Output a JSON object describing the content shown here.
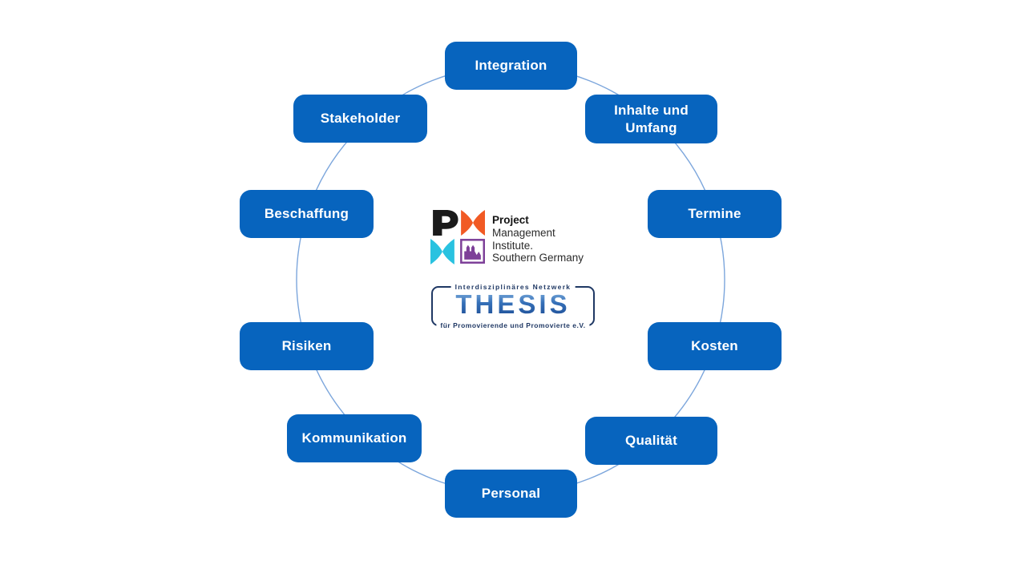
{
  "diagram": {
    "description": "Project management knowledge areas arranged in a circle",
    "circle_color": "#7CA6DC",
    "node_fill": "#0764BE",
    "node_text_color": "#FFFFFF",
    "nodes": [
      {
        "label": "Integration"
      },
      {
        "label": "Inhalte und Umfang"
      },
      {
        "label": "Termine"
      },
      {
        "label": "Kosten"
      },
      {
        "label": "Qualität"
      },
      {
        "label": "Personal"
      },
      {
        "label": "Kommunikation"
      },
      {
        "label": "Risiken"
      },
      {
        "label": "Beschaffung"
      },
      {
        "label": "Stakeholder"
      }
    ]
  },
  "center_logos": {
    "pmi": {
      "line1": "Project",
      "line2": "Management",
      "line3": "Institute.",
      "line4": "Southern Germany",
      "mark_colors": {
        "letter_p": "#1B1B1B",
        "orange": "#F15A24",
        "cyan": "#29C2E0",
        "purple": "#7D3F98"
      }
    },
    "thesis": {
      "top_label": "Interdisziplinäres Netzwerk",
      "wordmark": "THESIS",
      "bottom_label": "für Promovierende und Promovierte e.V.",
      "navy": "#1F3864",
      "blue_top": "#7FAEDC",
      "blue_bottom": "#1E4E96"
    }
  }
}
